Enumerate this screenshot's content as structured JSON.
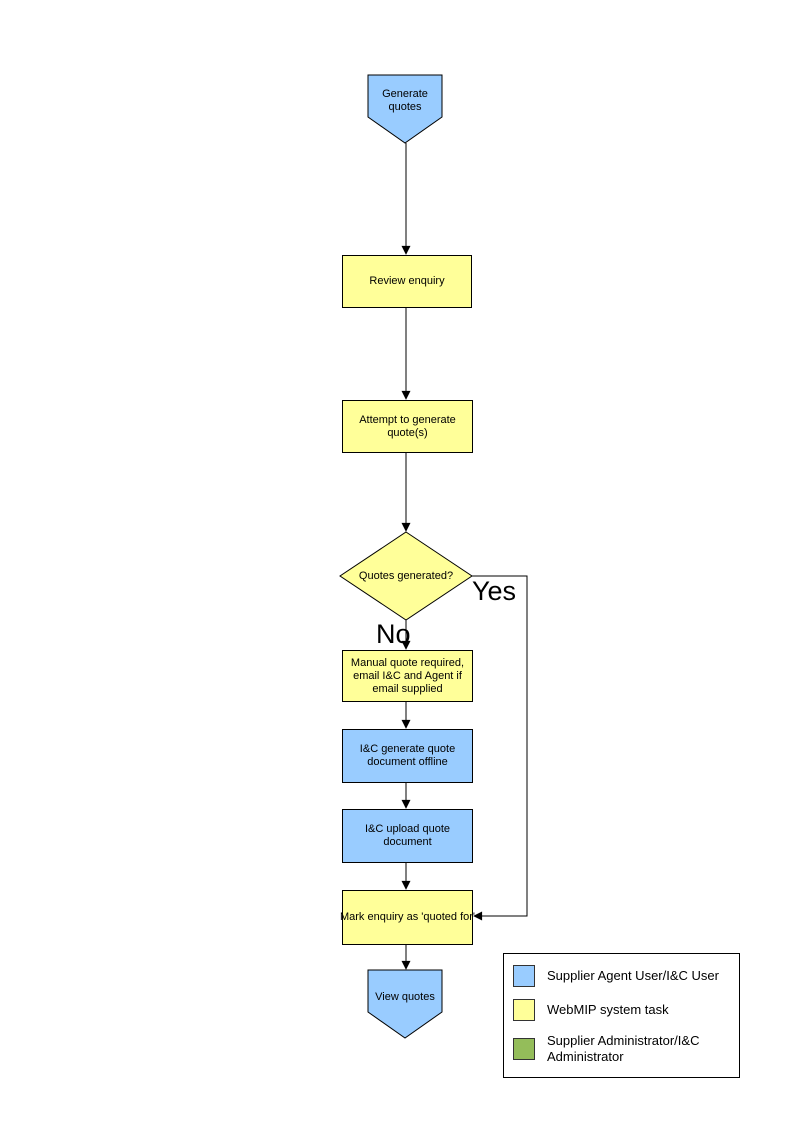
{
  "colors": {
    "actor_blue": "#99CCFF",
    "system_yellow": "#FFFF99",
    "admin_green": "#94BD5A",
    "line": "#000000"
  },
  "nodes": {
    "start": "Generate quotes",
    "review": "Review enquiry",
    "attempt": "Attempt to generate quote(s)",
    "decision": "Quotes generated?",
    "manual": "Manual quote required, email I&C and Agent if email supplied",
    "generate_offline": "I&C generate quote document offline",
    "upload": "I&C upload quote document",
    "mark": "Mark enquiry as 'quoted for'",
    "end": "View quotes"
  },
  "branches": {
    "yes": "Yes",
    "no": "No"
  },
  "legend": {
    "items": [
      {
        "swatch": "blue",
        "label": "Supplier Agent User/I&C User"
      },
      {
        "swatch": "yellow",
        "label": "WebMIP system task"
      },
      {
        "swatch": "green",
        "label": "Supplier Administrator/I&C Administrator"
      }
    ]
  }
}
